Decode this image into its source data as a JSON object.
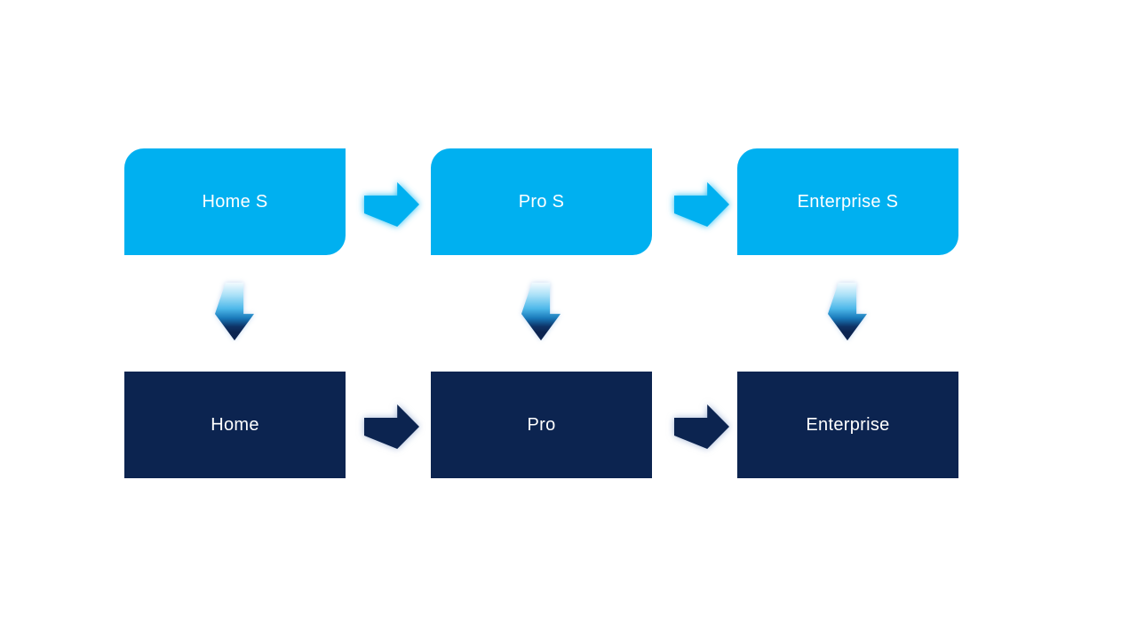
{
  "diagram": {
    "columns": [
      {
        "top_label": "Home S",
        "bottom_label": "Home"
      },
      {
        "top_label": "Pro S",
        "bottom_label": "Pro"
      },
      {
        "top_label": "Enterprise S",
        "bottom_label": "Enterprise"
      }
    ],
    "connectors": {
      "horizontal_icon": "right-arrow",
      "vertical_icon": "down-arrow"
    },
    "colors": {
      "top_box_fill": "#00B0F0",
      "bottom_box_fill": "#0C2450",
      "label_text": "#FFFFFF",
      "horizontal_arrow_light": "#00B0F0",
      "horizontal_arrow_dark": "#0C2450",
      "down_arrow_gradient_top": "#F2FAFE",
      "down_arrow_gradient_bottom": "#0C2450",
      "background": "#FFFFFF"
    }
  }
}
